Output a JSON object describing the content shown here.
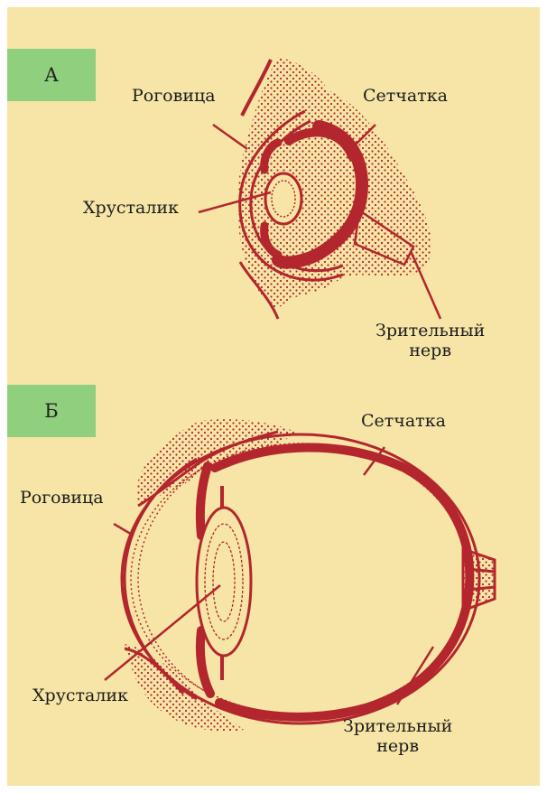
{
  "colors": {
    "background": "#f6e5a6",
    "panel_tag": "#8fcf7d",
    "tissue": "#b3262d",
    "stipple": "#b3262d"
  },
  "panel_a": {
    "tag": "А",
    "labels": {
      "cornea": "Роговица",
      "retina": "Сетчатка",
      "lens": "Хрусталик",
      "optic_nerve_line1": "Зрительный",
      "optic_nerve_line2": "нерв"
    }
  },
  "panel_b": {
    "tag": "Б",
    "labels": {
      "cornea": "Роговица",
      "retina": "Сетчатка",
      "lens": "Хрусталик",
      "optic_nerve_line1": "Зрительный",
      "optic_nerve_line2": "нерв"
    }
  }
}
